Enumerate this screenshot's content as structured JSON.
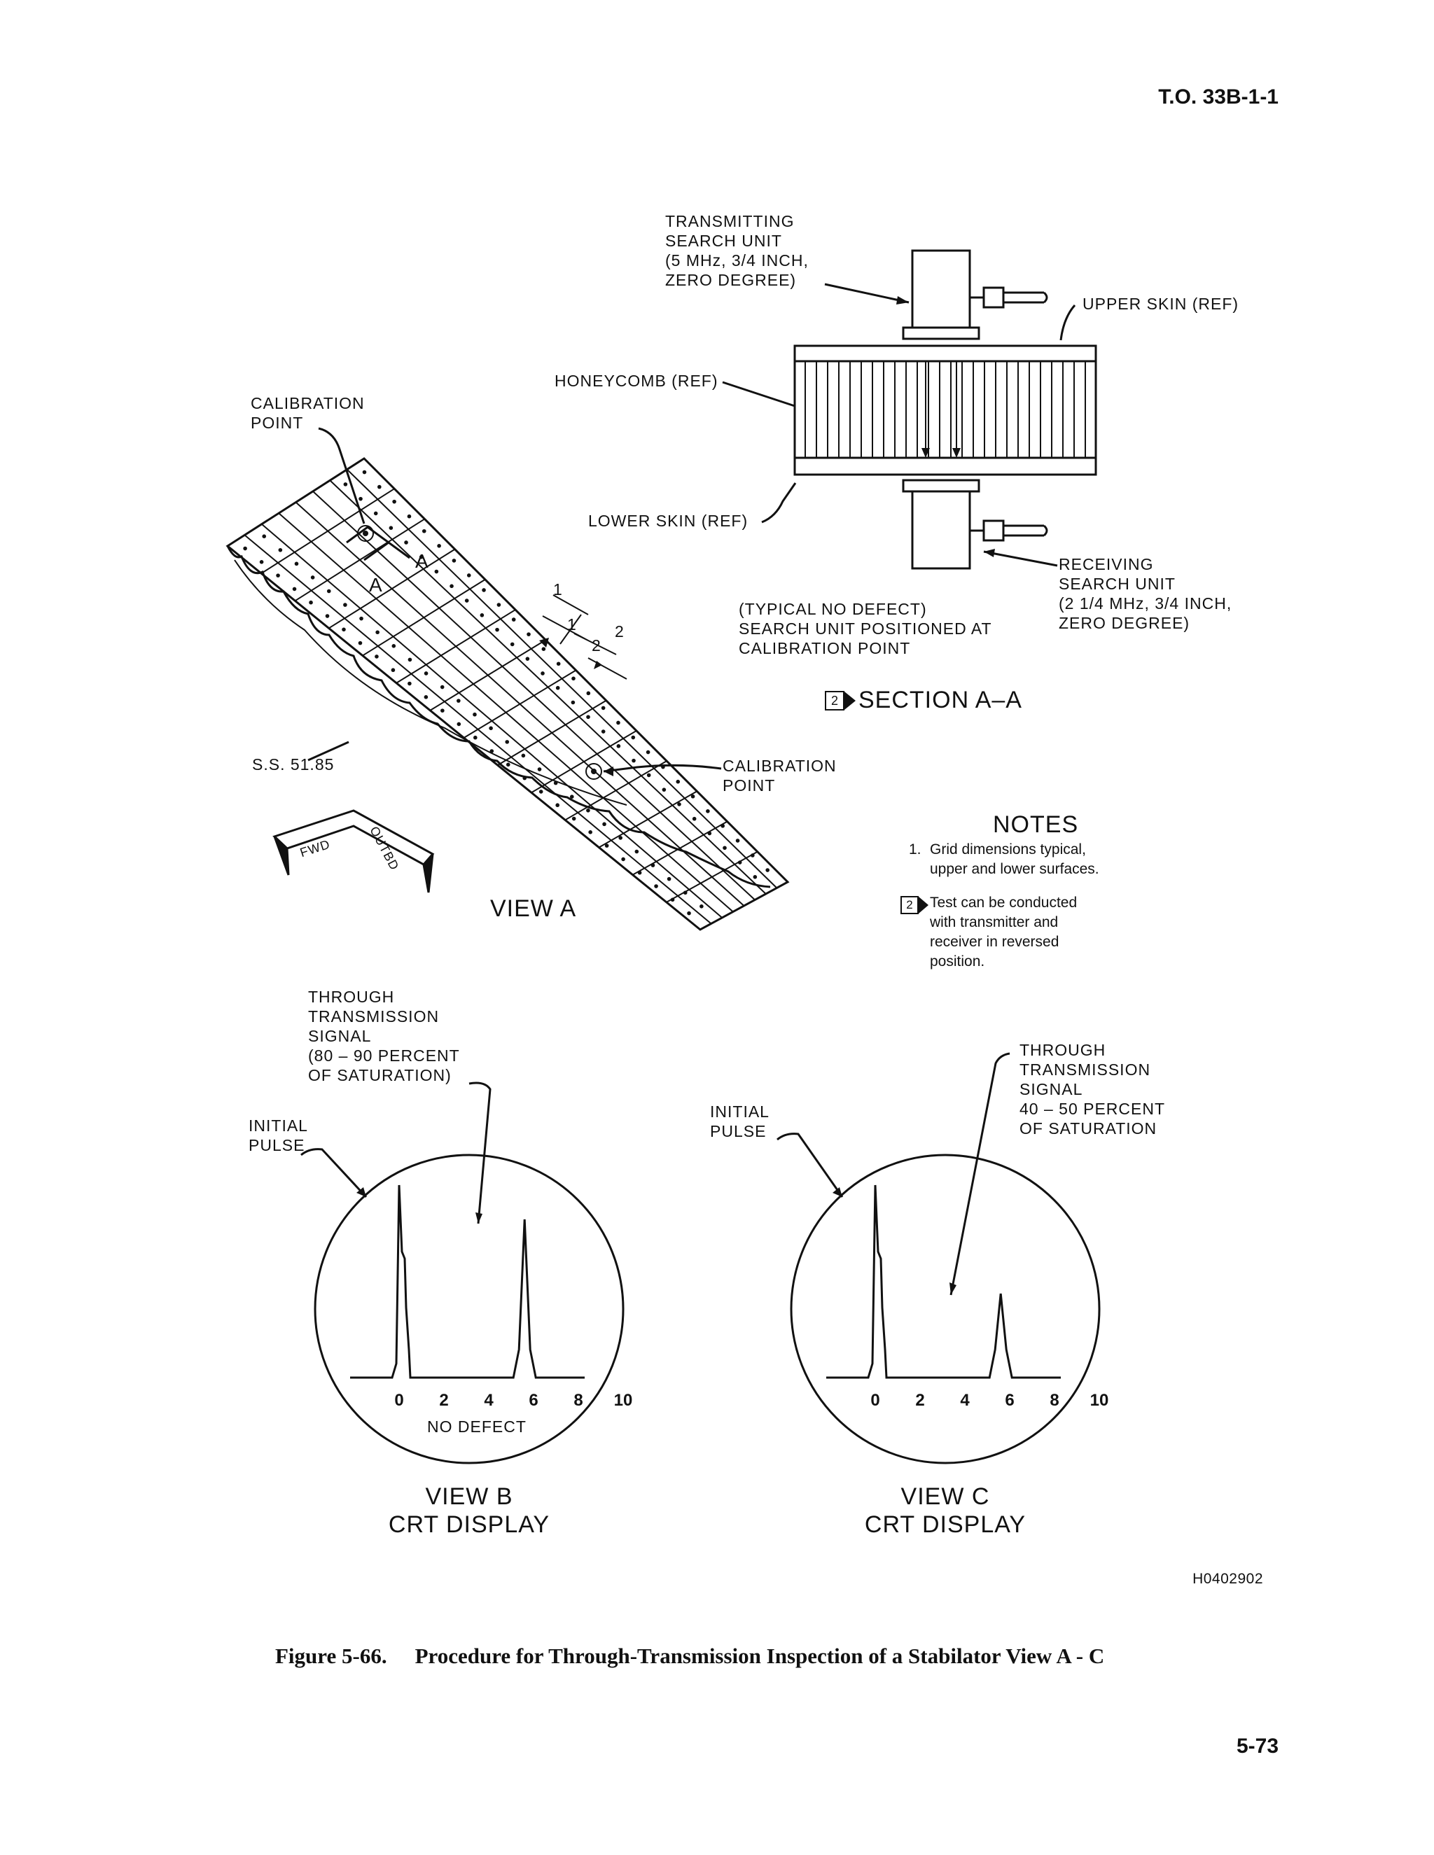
{
  "header": {
    "doc_number": "T.O. 33B-1-1",
    "page_number": "5-73"
  },
  "section_aa": {
    "transmitting_label": "TRANSMITTING\nSEARCH UNIT\n(5 MHz, 3/4 INCH,\nZERO DEGREE)",
    "upper_skin": "UPPER SKIN (REF)",
    "honeycomb": "HONEYCOMB (REF)",
    "lower_skin": "LOWER SKIN (REF)",
    "receiving_label": "RECEIVING\nSEARCH UNIT\n(2 1/4 MHz, 3/4 INCH,\nZERO DEGREE)",
    "caption": "(TYPICAL NO DEFECT)\nSEARCH UNIT POSITIONED AT\nCALIBRATION POINT",
    "callout": "2",
    "title": "SECTION A–A"
  },
  "view_a": {
    "calibration_point_top": "CALIBRATION\nPOINT",
    "calibration_point_bottom": "CALIBRATION\nPOINT",
    "station": "S.S. 51.85",
    "section_marker": "A",
    "dim_1": "1",
    "dim_2": "2",
    "arrow_fwd": "FWD",
    "arrow_outbd": "OUTBD",
    "title": "VIEW A"
  },
  "notes": {
    "title": "NOTES",
    "note1_number": "1.",
    "note1_text": "Grid dimensions typical,\nupper and lower surfaces.",
    "note2_callout": "2",
    "note2_text": "Test can be conducted\nwith transmitter and\nreceiver in reversed\nposition."
  },
  "view_b": {
    "signal_label": "THROUGH\nTRANSMISSION\nSIGNAL\n(80 – 90 PERCENT\nOF SATURATION)",
    "initial_pulse": "INITIAL\nPULSE",
    "ticks": [
      "0",
      "2",
      "4",
      "6",
      "8",
      "10"
    ],
    "status": "NO DEFECT",
    "title": "VIEW B\nCRT DISPLAY",
    "signal_percent_range": [
      80,
      90
    ]
  },
  "view_c": {
    "signal_label": "THROUGH\nTRANSMISSION\nSIGNAL\n40 – 50 PERCENT\nOF SATURATION",
    "initial_pulse": "INITIAL\nPULSE",
    "ticks": [
      "0",
      "2",
      "4",
      "6",
      "8",
      "10"
    ],
    "title": "VIEW C\nCRT DISPLAY",
    "signal_percent_range": [
      40,
      50
    ]
  },
  "figure_id": "H0402902",
  "figure_caption": {
    "number": "Figure 5-66.",
    "text": "Procedure for Through-Transmission Inspection of a Stabilator View A - C"
  }
}
